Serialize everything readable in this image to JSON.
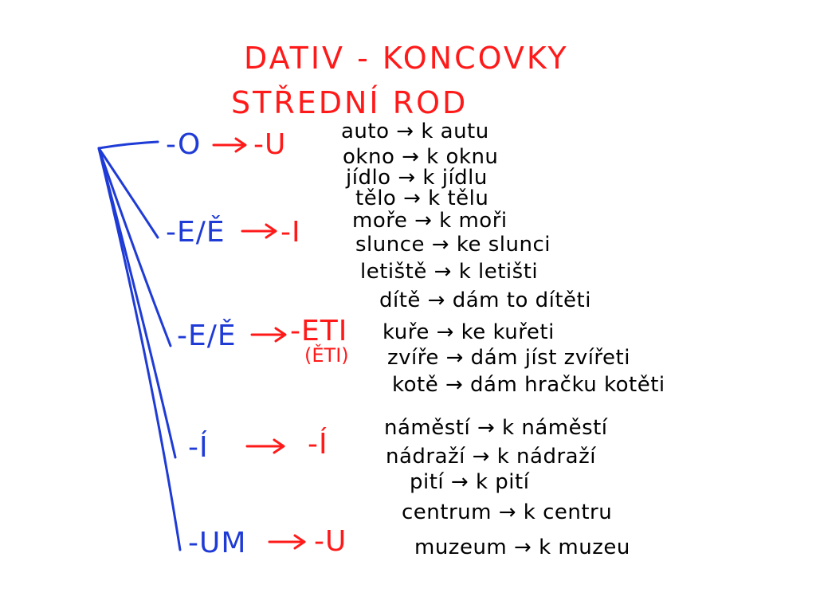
{
  "title": "DATIV - KONCOVKY",
  "subtitle": "STŘEDNÍ ROD",
  "colors": {
    "title": "#ff1a1a",
    "source": "#1f3bd6",
    "target": "#ff1a1a",
    "examples": "#000000"
  },
  "groups": [
    {
      "source": "-O",
      "target": "-U",
      "examples": [
        "auto → k autu",
        "okno → k oknu",
        "jídlo → k jídlu",
        "tělo → k tělu"
      ]
    },
    {
      "source": "-E/Ě",
      "target": "-I",
      "examples": [
        "moře → k moři",
        "slunce → ke slunci",
        "letiště → k letišti"
      ]
    },
    {
      "source": "-E/Ě",
      "target": "-ETI",
      "target_note": "(ĚTI)",
      "examples": [
        "dítě → dám to dítěti",
        "kuře → ke kuřeti",
        "zvíře → dám jíst zvířeti",
        "kotě → dám hračku kotěti"
      ]
    },
    {
      "source": "-Í",
      "target": "-Í",
      "examples": [
        "náměstí → k náměstí",
        "nádraží → k nádraží",
        "pití → k pití"
      ]
    },
    {
      "source": "-UM",
      "target": "-U",
      "examples": [
        "centrum → k centru",
        "muzeum → k muzeu"
      ]
    }
  ]
}
